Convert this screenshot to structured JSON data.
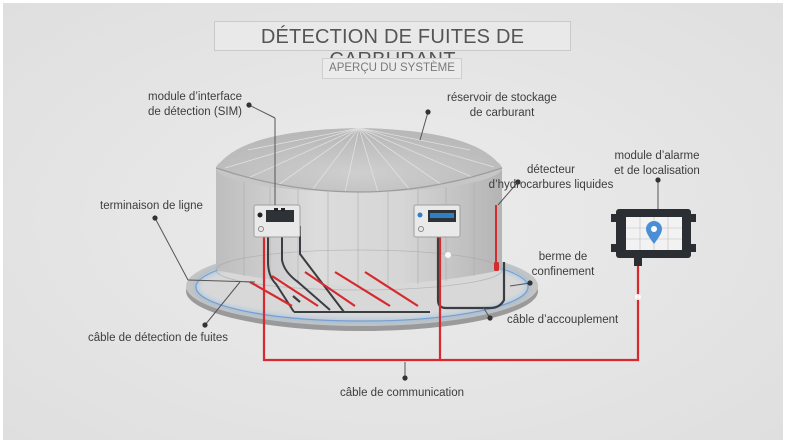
{
  "header": {
    "title": "DÉTECTION DE FUITES DE CARBURANT",
    "subtitle": "APERÇU DU SYSTÈME"
  },
  "labels": {
    "sim_line1": "module d’interface",
    "sim_line2": "de détection (SIM)",
    "tank_line1": "réservoir de stockage",
    "tank_line2": "de carburant",
    "detector_line1": "détecteur",
    "detector_line2": "d’hydrocarbures liquides",
    "alarm_line1": "module d’alarme",
    "alarm_line2": "et de localisation",
    "termination": "terminaison de ligne",
    "berm_line1": "berme de",
    "berm_line2": "confinement",
    "coupling_cable": "câble d’accouplement",
    "leak_cable": "câble de détection de fuites",
    "comm_cable": "câble de communication"
  },
  "colors": {
    "background": "#e6e6e6",
    "cable_red": "#d62a2f",
    "cable_dark": "#3a3d41",
    "leader": "#555555",
    "glow": "#7eb6e8"
  }
}
